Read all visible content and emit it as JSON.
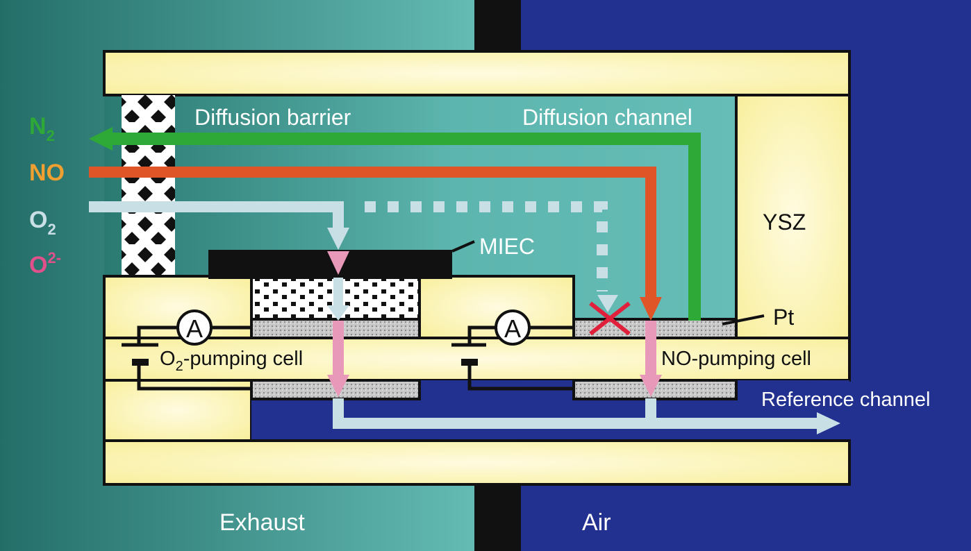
{
  "labels": {
    "diffusion_barrier": "Diffusion barrier",
    "diffusion_channel": "Diffusion channel",
    "ysz": "YSZ",
    "miec": "MIEC",
    "pt": "Pt",
    "o2_pumping_cell_prefix": "O",
    "o2_pumping_cell_sub": "2",
    "o2_pumping_cell_suffix": "-pumping cell",
    "no_pumping_cell": "NO-pumping cell",
    "reference_channel": "Reference channel",
    "exhaust": "Exhaust",
    "air": "Air",
    "ammeter": "A"
  },
  "legend": {
    "n2": {
      "base": "N",
      "sub": "2",
      "color": "#2ea836"
    },
    "no": {
      "base": "NO",
      "color": "#f0a030"
    },
    "o2": {
      "base": "O",
      "sub": "2",
      "color": "#c9dfe6"
    },
    "o2minus": {
      "base": "O",
      "sup": "2-",
      "color": "#e0508a"
    }
  },
  "colors": {
    "exhaust_dark": "#246e68",
    "exhaust_light": "#63bbb4",
    "air": "#223090",
    "ysz": "#fbf3a6",
    "n2_arrow": "#2ea836",
    "no_arrow": "#e05528",
    "o2_arrow": "#c9dfe6",
    "o2minus_arrow": "#e898b8",
    "blocked": "#e0203a"
  }
}
